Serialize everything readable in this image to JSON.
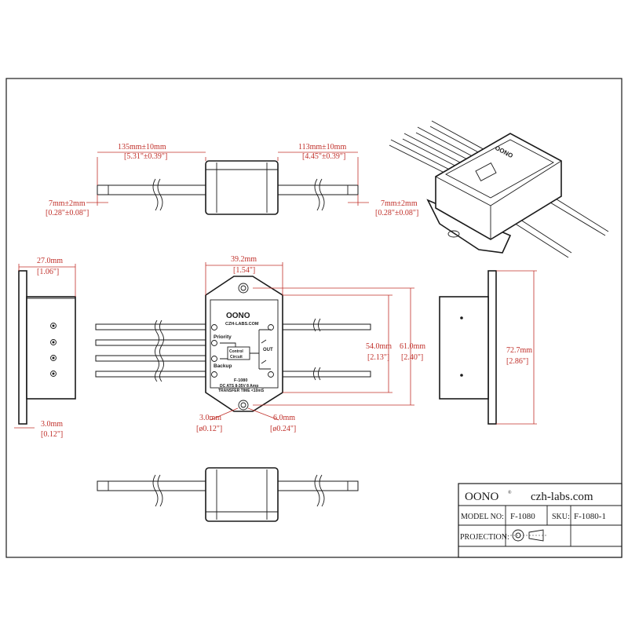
{
  "dimensions": {
    "left_wire_len": "135mm±10mm",
    "left_wire_len_in": "[5.31\"±0.39\"]",
    "right_wire_len": "113mm±10mm",
    "right_wire_len_in": "[4.45\"±0.39\"]",
    "left_strip": "7mm±2mm",
    "left_strip_in": "[0.28\"±0.08\"]",
    "right_strip": "7mm±2mm",
    "right_strip_in": "[0.28\"±0.08\"]",
    "depth": "27.0mm",
    "depth_in": "[1.06\"]",
    "flange": "3.0mm",
    "flange_in": "[0.12\"]",
    "width": "39.2mm",
    "width_in": "[1.54\"]",
    "body_height": "54.0mm",
    "body_height_in": "[2.13\"]",
    "hole_pitch": "61.0mm",
    "hole_pitch_in": "[2.40\"]",
    "total_height": "72.7mm",
    "total_height_in": "[2.86\"]",
    "hole_small": "3.0mm",
    "hole_small_in": "[ø0.12\"]",
    "hole_large": "6.0mm",
    "hole_large_in": "[ø0.24\"]"
  },
  "label": {
    "brand": "OONO",
    "site": "CZH-LABS.COM",
    "priority": "Priority",
    "backup": "Backup",
    "control": "Control",
    "circuit": "Circuit",
    "out": "OUT",
    "model": "F-1080",
    "spec1": "DC ATS 8-35V 8 Amp",
    "spec2": "TRANSFER TIME <10mS"
  },
  "title_block": {
    "brand": "OONO",
    "website": "czh-labs.com",
    "model_label": "MODEL NO:",
    "model_value": "F-1080",
    "sku_label": "SKU:",
    "sku_value": "F-1080-1",
    "projection_label": "PROJECTION:"
  },
  "colors": {
    "dimension": "#c0302a",
    "outline": "#1a1a1a"
  }
}
